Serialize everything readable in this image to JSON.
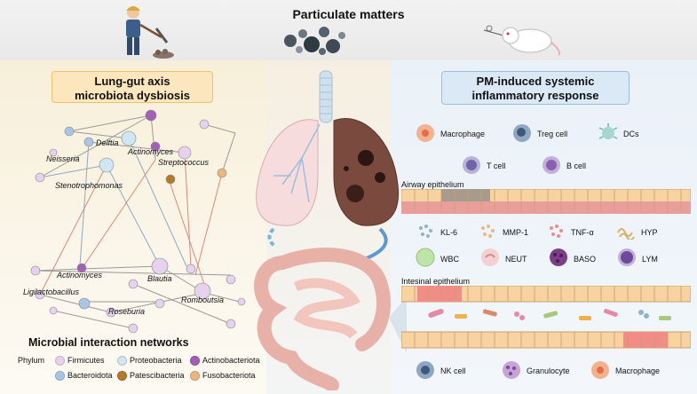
{
  "top": {
    "title": "Particulate matters"
  },
  "left": {
    "title_line1": "Lung-gut axis",
    "title_line2": "microbiota dysbiosis",
    "network_title": "Microbial interaction networks",
    "taxa": [
      "Delftia",
      "Neisseria",
      "Actinomyces",
      "Streptococcus",
      "Stenotrophomonas",
      "Actinomyces",
      "Blautia",
      "Ligilactobacillus",
      "Romboutsia",
      "Roseburia"
    ],
    "legend": {
      "phylum_label": "Phylum",
      "items": [
        {
          "label": "Firmicutes",
          "color": "#e6d2ee"
        },
        {
          "label": "Proteobacteria",
          "color": "#cfe6f3"
        },
        {
          "label": "Actinobacteriota",
          "color": "#a45fb7"
        },
        {
          "label": "Bacteroidota",
          "color": "#a9c6e6"
        },
        {
          "label": "Patescibacteria",
          "color": "#b47a2a"
        },
        {
          "label": "Fusobacteriota",
          "color": "#e9b77a"
        }
      ]
    }
  },
  "right": {
    "title_line1": "PM-induced systemic",
    "title_line2": "inflammatory response",
    "cells_top": [
      "Macrophage",
      "Treg cell",
      "DCs",
      "T cell",
      "B cell"
    ],
    "airway_label": "Airway epithelium",
    "markers": [
      "KL-6",
      "MMP-1",
      "TNF-α",
      "HYP"
    ],
    "blood": [
      "WBC",
      "NEUT",
      "BASO",
      "LYM"
    ],
    "intestinal_label": "Intesinal epithelium",
    "cells_bottom": [
      "NK cell",
      "Granulocyte",
      "Macrophage"
    ]
  }
}
